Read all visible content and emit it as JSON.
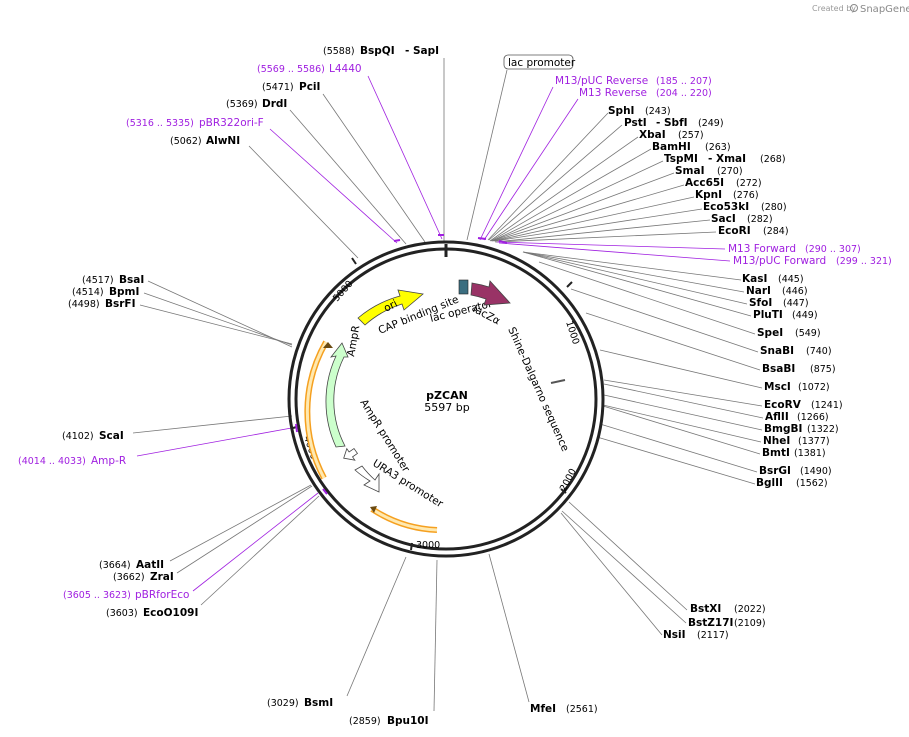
{
  "plasmid": {
    "name": "pZCAN",
    "length_label": "5597 bp"
  },
  "credit": {
    "prefix": "Created by",
    "brand": "SnapGene"
  },
  "colors": {
    "ori": "#ffff00",
    "ampr": "#ccffcc",
    "lacz": "#993366",
    "lac_operator": "#3b6e80",
    "primer": "#a020e0",
    "amp_promoter_band": "#f5a020",
    "backbone": "#222222"
  },
  "ticks": [
    "1000",
    "2000",
    "3000",
    "4000",
    "5000"
  ],
  "features": [
    {
      "id": "ori",
      "label": "ori"
    },
    {
      "id": "ampr",
      "label": "AmpR"
    },
    {
      "id": "lacz",
      "label": "lacZα"
    },
    {
      "id": "cap",
      "label": "CAP binding site"
    },
    {
      "id": "lacop",
      "label": "lac operator"
    },
    {
      "id": "sd",
      "label": "Shine-Dalgarno sequence"
    },
    {
      "id": "amprprom",
      "label": "AmpR promoter"
    },
    {
      "id": "ura3",
      "label": "URA3 promoter"
    },
    {
      "id": "lacprom",
      "label": "lac promoter"
    }
  ],
  "labels": [
    {
      "name": "BspQI",
      "name2": "SapI",
      "pos": "(5588)",
      "kind": "enzyme"
    },
    {
      "name": "L4440",
      "pos": "(5569 .. 5586)",
      "kind": "primer"
    },
    {
      "name": "PciI",
      "pos": "(5471)",
      "kind": "enzyme"
    },
    {
      "name": "DrdI",
      "pos": "(5369)",
      "kind": "enzyme"
    },
    {
      "name": "pBR322ori-F",
      "pos": "(5316 .. 5335)",
      "kind": "primer"
    },
    {
      "name": "AlwNI",
      "pos": "(5062)",
      "kind": "enzyme"
    },
    {
      "name": "M13/pUC Reverse",
      "pos": "(185 .. 207)",
      "kind": "primer"
    },
    {
      "name": "M13 Reverse",
      "pos": "(204 .. 220)",
      "kind": "primer"
    },
    {
      "name": "SphI",
      "pos": "(243)",
      "kind": "enzyme"
    },
    {
      "name": "PstI",
      "name2": "SbfI",
      "pos": "(249)",
      "kind": "enzyme"
    },
    {
      "name": "XbaI",
      "pos": "(257)",
      "kind": "enzyme"
    },
    {
      "name": "BamHI",
      "pos": "(263)",
      "kind": "enzyme"
    },
    {
      "name": "TspMI",
      "name2": "XmaI",
      "pos": "(268)",
      "kind": "enzyme"
    },
    {
      "name": "SmaI",
      "pos": "(270)",
      "kind": "enzyme"
    },
    {
      "name": "Acc65I",
      "pos": "(272)",
      "kind": "enzyme"
    },
    {
      "name": "KpnI",
      "pos": "(276)",
      "kind": "enzyme"
    },
    {
      "name": "Eco53kI",
      "pos": "(280)",
      "kind": "enzyme"
    },
    {
      "name": "SacI",
      "pos": "(282)",
      "kind": "enzyme"
    },
    {
      "name": "EcoRI",
      "pos": "(284)",
      "kind": "enzyme"
    },
    {
      "name": "M13 Forward",
      "pos": "(290 .. 307)",
      "kind": "primer"
    },
    {
      "name": "M13/pUC Forward",
      "pos": "(299 .. 321)",
      "kind": "primer"
    },
    {
      "name": "KasI",
      "pos": "(445)",
      "kind": "enzyme"
    },
    {
      "name": "NarI",
      "pos": "(446)",
      "kind": "enzyme"
    },
    {
      "name": "SfoI",
      "pos": "(447)",
      "kind": "enzyme"
    },
    {
      "name": "PluTI",
      "pos": "(449)",
      "kind": "enzyme"
    },
    {
      "name": "SpeI",
      "pos": "(549)",
      "kind": "enzyme"
    },
    {
      "name": "SnaBI",
      "pos": "(740)",
      "kind": "enzyme"
    },
    {
      "name": "BsaBI",
      "pos": "(875)",
      "kind": "enzyme"
    },
    {
      "name": "MscI",
      "pos": "(1072)",
      "kind": "enzyme"
    },
    {
      "name": "EcoRV",
      "pos": "(1241)",
      "kind": "enzyme"
    },
    {
      "name": "AflII",
      "pos": "(1266)",
      "kind": "enzyme"
    },
    {
      "name": "BmgBI",
      "pos": "(1322)",
      "kind": "enzyme"
    },
    {
      "name": "NheI",
      "pos": "(1377)",
      "kind": "enzyme"
    },
    {
      "name": "BmtI",
      "pos": "(1381)",
      "kind": "enzyme"
    },
    {
      "name": "BsrGI",
      "pos": "(1490)",
      "kind": "enzyme"
    },
    {
      "name": "BglII",
      "pos": "(1562)",
      "kind": "enzyme"
    },
    {
      "name": "BstXI",
      "pos": "(2022)",
      "kind": "enzyme"
    },
    {
      "name": "BstZ17I",
      "pos": "(2109)",
      "kind": "enzyme"
    },
    {
      "name": "NsiI",
      "pos": "(2117)",
      "kind": "enzyme"
    },
    {
      "name": "MfeI",
      "pos": "(2561)",
      "kind": "enzyme"
    },
    {
      "name": "Bpu10I",
      "pos": "(2859)",
      "kind": "enzyme"
    },
    {
      "name": "BsmI",
      "pos": "(3029)",
      "kind": "enzyme"
    },
    {
      "name": "EcoO109I",
      "pos": "(3603)",
      "kind": "enzyme"
    },
    {
      "name": "pBRforEco",
      "pos": "(3605 .. 3623)",
      "kind": "primer"
    },
    {
      "name": "ZraI",
      "pos": "(3662)",
      "kind": "enzyme"
    },
    {
      "name": "AatII",
      "pos": "(3664)",
      "kind": "enzyme"
    },
    {
      "name": "Amp-R",
      "pos": "(4014 .. 4033)",
      "kind": "primer"
    },
    {
      "name": "ScaI",
      "pos": "(4102)",
      "kind": "enzyme"
    },
    {
      "name": "BsrFI",
      "pos": "(4498)",
      "kind": "enzyme"
    },
    {
      "name": "BpmI",
      "pos": "(4514)",
      "kind": "enzyme"
    },
    {
      "name": "BsaI",
      "pos": "(4517)",
      "kind": "enzyme"
    }
  ]
}
